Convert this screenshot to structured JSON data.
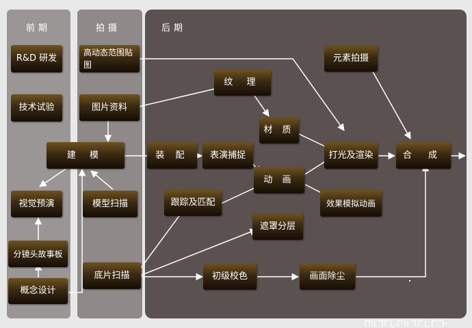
{
  "columns": {
    "pre": "前期",
    "shoot": "拍摄",
    "post": "后期"
  },
  "nodes": {
    "rnd": "R&D 研发",
    "tech_test": "技术试验",
    "build_model": "建 模",
    "visual_preview": "视觉预演",
    "storyboard": "分镜头故事板",
    "concept_design": "概念设计",
    "hdri": "高动态范围贴图",
    "photo_ref": "图片资料",
    "model_scan": "模型扫描",
    "plate_scan": "底片扫描",
    "assembly": "装 配",
    "performance_capture": "表演捕捉",
    "texture": "纹 理",
    "material": "材 质",
    "animation": "动 画",
    "tracking": "跟踪及匹配",
    "roto": "遮罩分层",
    "primary_grade": "初级校色",
    "dust_removal": "画面除尘",
    "element_shoot": "元素拍摄",
    "lighting_render": "打光及渲染",
    "fx_sim": "效果模拟动画",
    "composite": "合 成"
  },
  "colors": {
    "panel_pre": "#9a9696",
    "panel_shoot": "#8f8a89",
    "panel_post": "#5a5150",
    "node_top": "#6e5220",
    "node_bottom": "#150d05",
    "arrow": "#ffffff"
  }
}
